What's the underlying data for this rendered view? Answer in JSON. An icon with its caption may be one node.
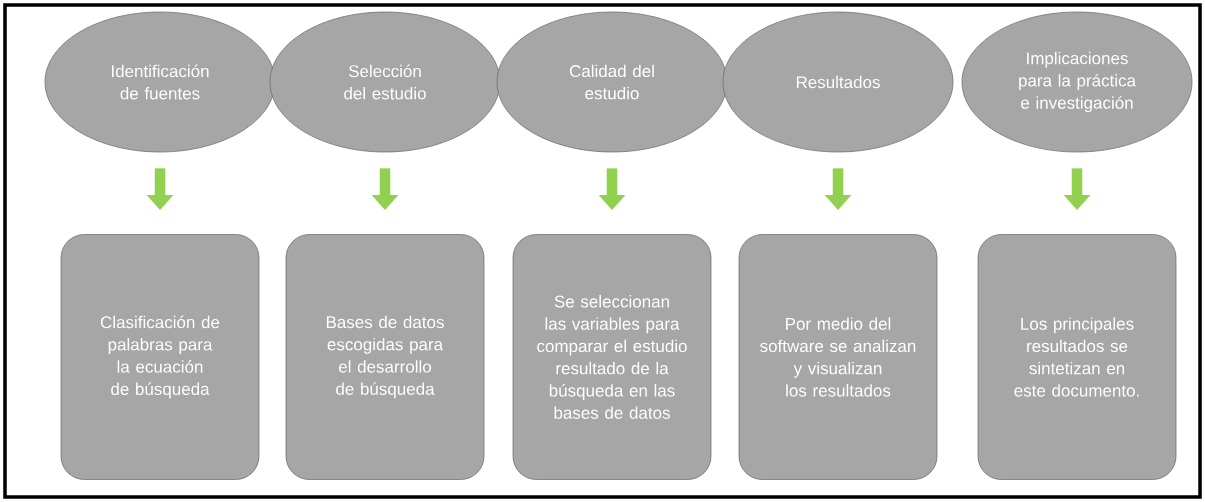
{
  "diagram": {
    "nodes": [
      {
        "text": [
          "Identificación de fuentes"
        ]
      },
      {
        "text": [
          "Selección del estudio"
        ]
      },
      {
        "text": [
          "Calidad del estudio"
        ]
      },
      {
        "text": [
          "Resultados"
        ]
      },
      {
        "text": [
          "Implicaciones para la práctica e investigación"
        ]
      },
      {
        "text": [
          "Clasificación de palabras para la ecuación de búsqueda"
        ]
      },
      {
        "text": [
          "Bases de datos escogidas para el desarrollo de búsqueda"
        ]
      },
      {
        "text": [
          "Se seleccionan las variables para comparar el estudio resultado de la búsqueda en las bases de datos"
        ]
      },
      {
        "text": [
          "Por medio del software se analizan y visualizan los resultados"
        ]
      },
      {
        "text": [
          "Los principales resultados se sintetizan en este documento."
        ]
      }
    ],
    "edges": [
      {
        "from": 0,
        "to": 5,
        "arrow": "to"
      },
      {
        "from": 1,
        "to": 6,
        "arrow": "to"
      },
      {
        "from": 2,
        "to": 7,
        "arrow": "to"
      },
      {
        "from": 3,
        "to": 8,
        "arrow": "to"
      },
      {
        "from": 4,
        "to": 9,
        "arrow": "to"
      }
    ]
  }
}
